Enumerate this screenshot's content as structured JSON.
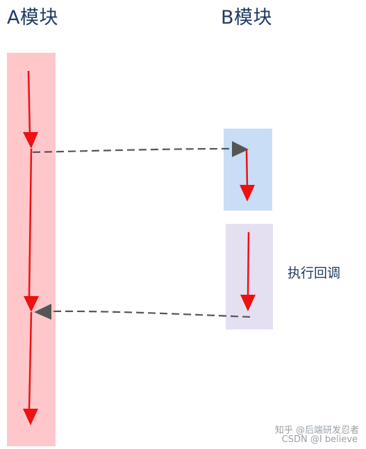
{
  "modules": {
    "a": {
      "title": "A模块"
    },
    "b": {
      "title": "B模块"
    }
  },
  "callback_label": "执行回调",
  "watermark": {
    "line1": "知乎 @后端研发忍者",
    "line2": "CSDN @I believe"
  },
  "colors": {
    "module_a_fill": "#ffc7ca",
    "module_b_fill": "#c9ddf6",
    "callback_block_fill": "#e4e0f2",
    "arrow_red": "#ee1111",
    "dashed_arrow": "#555555",
    "title_text": "#1f3b63"
  }
}
